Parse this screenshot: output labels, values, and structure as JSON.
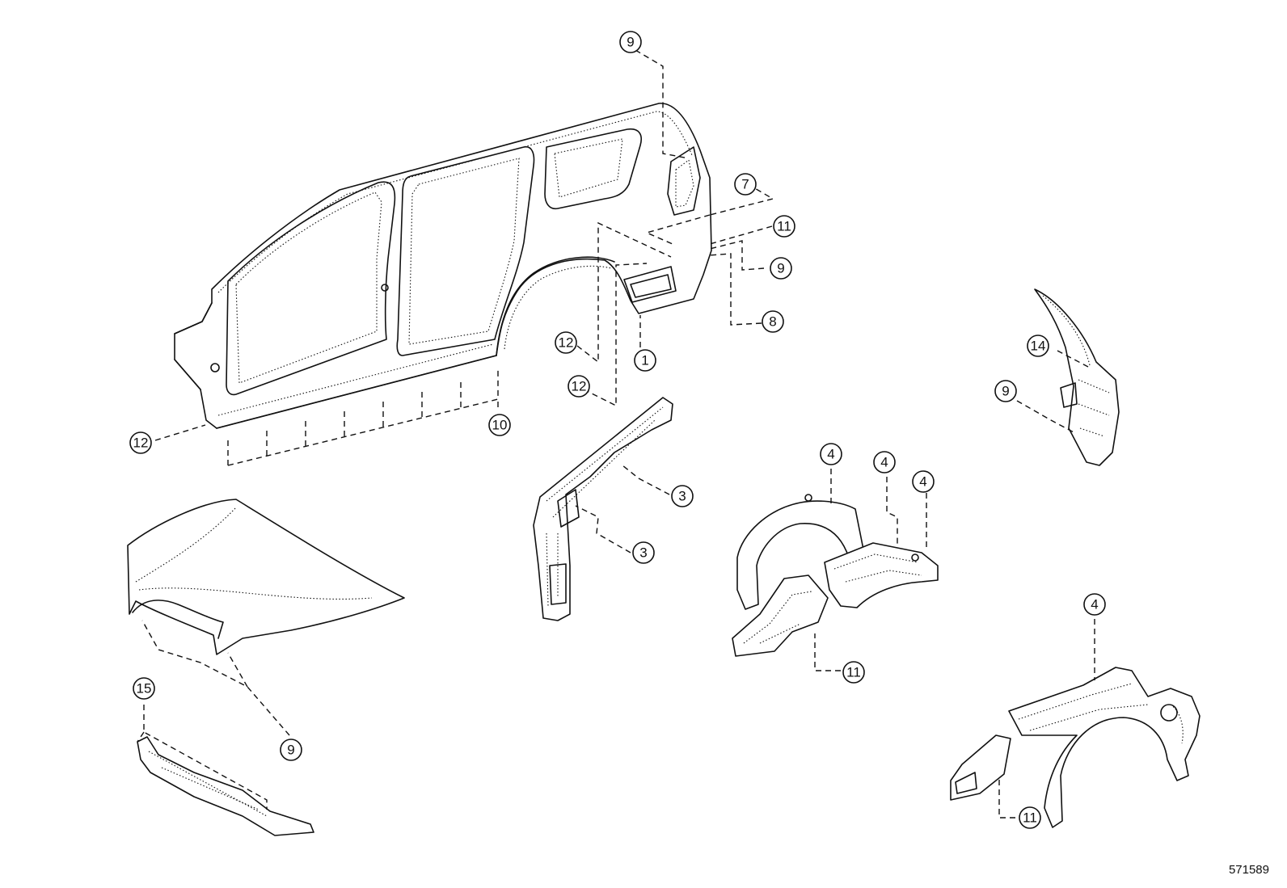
{
  "diagram_id": "571589",
  "callouts": [
    {
      "id": "c-9-top",
      "label": "9"
    },
    {
      "id": "c-7",
      "label": "7"
    },
    {
      "id": "c-11-a",
      "label": "11"
    },
    {
      "id": "c-9-b",
      "label": "9"
    },
    {
      "id": "c-8",
      "label": "8"
    },
    {
      "id": "c-1",
      "label": "1"
    },
    {
      "id": "c-12-a",
      "label": "12"
    },
    {
      "id": "c-12-b",
      "label": "12"
    },
    {
      "id": "c-12-c",
      "label": "12"
    },
    {
      "id": "c-10",
      "label": "10"
    },
    {
      "id": "c-3-a",
      "label": "3"
    },
    {
      "id": "c-3-b",
      "label": "3"
    },
    {
      "id": "c-4-a",
      "label": "4"
    },
    {
      "id": "c-4-b",
      "label": "4"
    },
    {
      "id": "c-4-c",
      "label": "4"
    },
    {
      "id": "c-11-b",
      "label": "11"
    },
    {
      "id": "c-14",
      "label": "14"
    },
    {
      "id": "c-9-c",
      "label": "9"
    },
    {
      "id": "c-4-d",
      "label": "4"
    },
    {
      "id": "c-11-c",
      "label": "11"
    },
    {
      "id": "c-15",
      "label": "15"
    },
    {
      "id": "c-9-d",
      "label": "9"
    }
  ]
}
